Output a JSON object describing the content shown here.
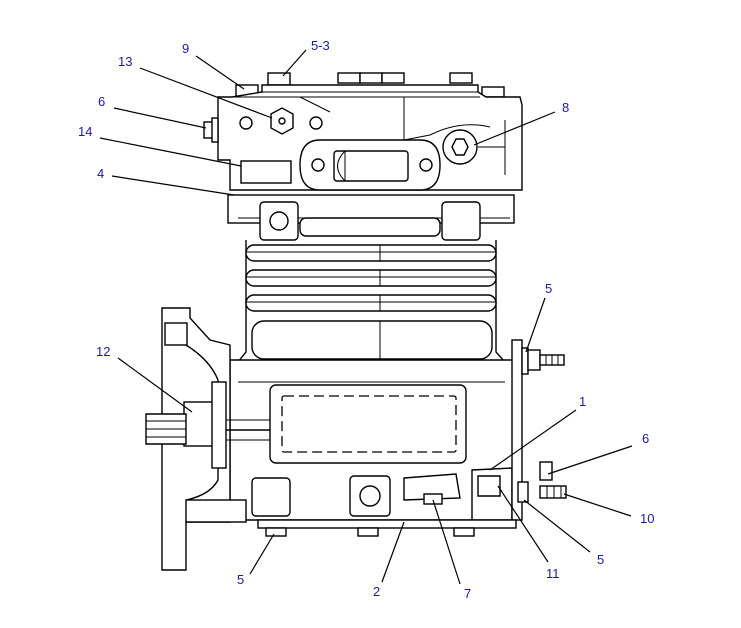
{
  "callouts": [
    {
      "id": "c-9",
      "label": "9"
    },
    {
      "id": "c-5-3",
      "label": "5-3"
    },
    {
      "id": "c-13",
      "label": "13"
    },
    {
      "id": "c-6-top",
      "label": "6"
    },
    {
      "id": "c-14",
      "label": "14"
    },
    {
      "id": "c-4",
      "label": "4"
    },
    {
      "id": "c-8",
      "label": "8"
    },
    {
      "id": "c-5-right-top",
      "label": "5"
    },
    {
      "id": "c-12",
      "label": "12"
    },
    {
      "id": "c-1",
      "label": "1"
    },
    {
      "id": "c-6-right",
      "label": "6"
    },
    {
      "id": "c-10",
      "label": "10"
    },
    {
      "id": "c-5-right-bottom",
      "label": "5"
    },
    {
      "id": "c-11",
      "label": "11"
    },
    {
      "id": "c-7",
      "label": "7"
    },
    {
      "id": "c-2",
      "label": "2"
    },
    {
      "id": "c-5-bottom",
      "label": "5"
    }
  ],
  "colors": {
    "callout_text": "#1a1aa8",
    "line": "#000000",
    "background": "#ffffff"
  }
}
